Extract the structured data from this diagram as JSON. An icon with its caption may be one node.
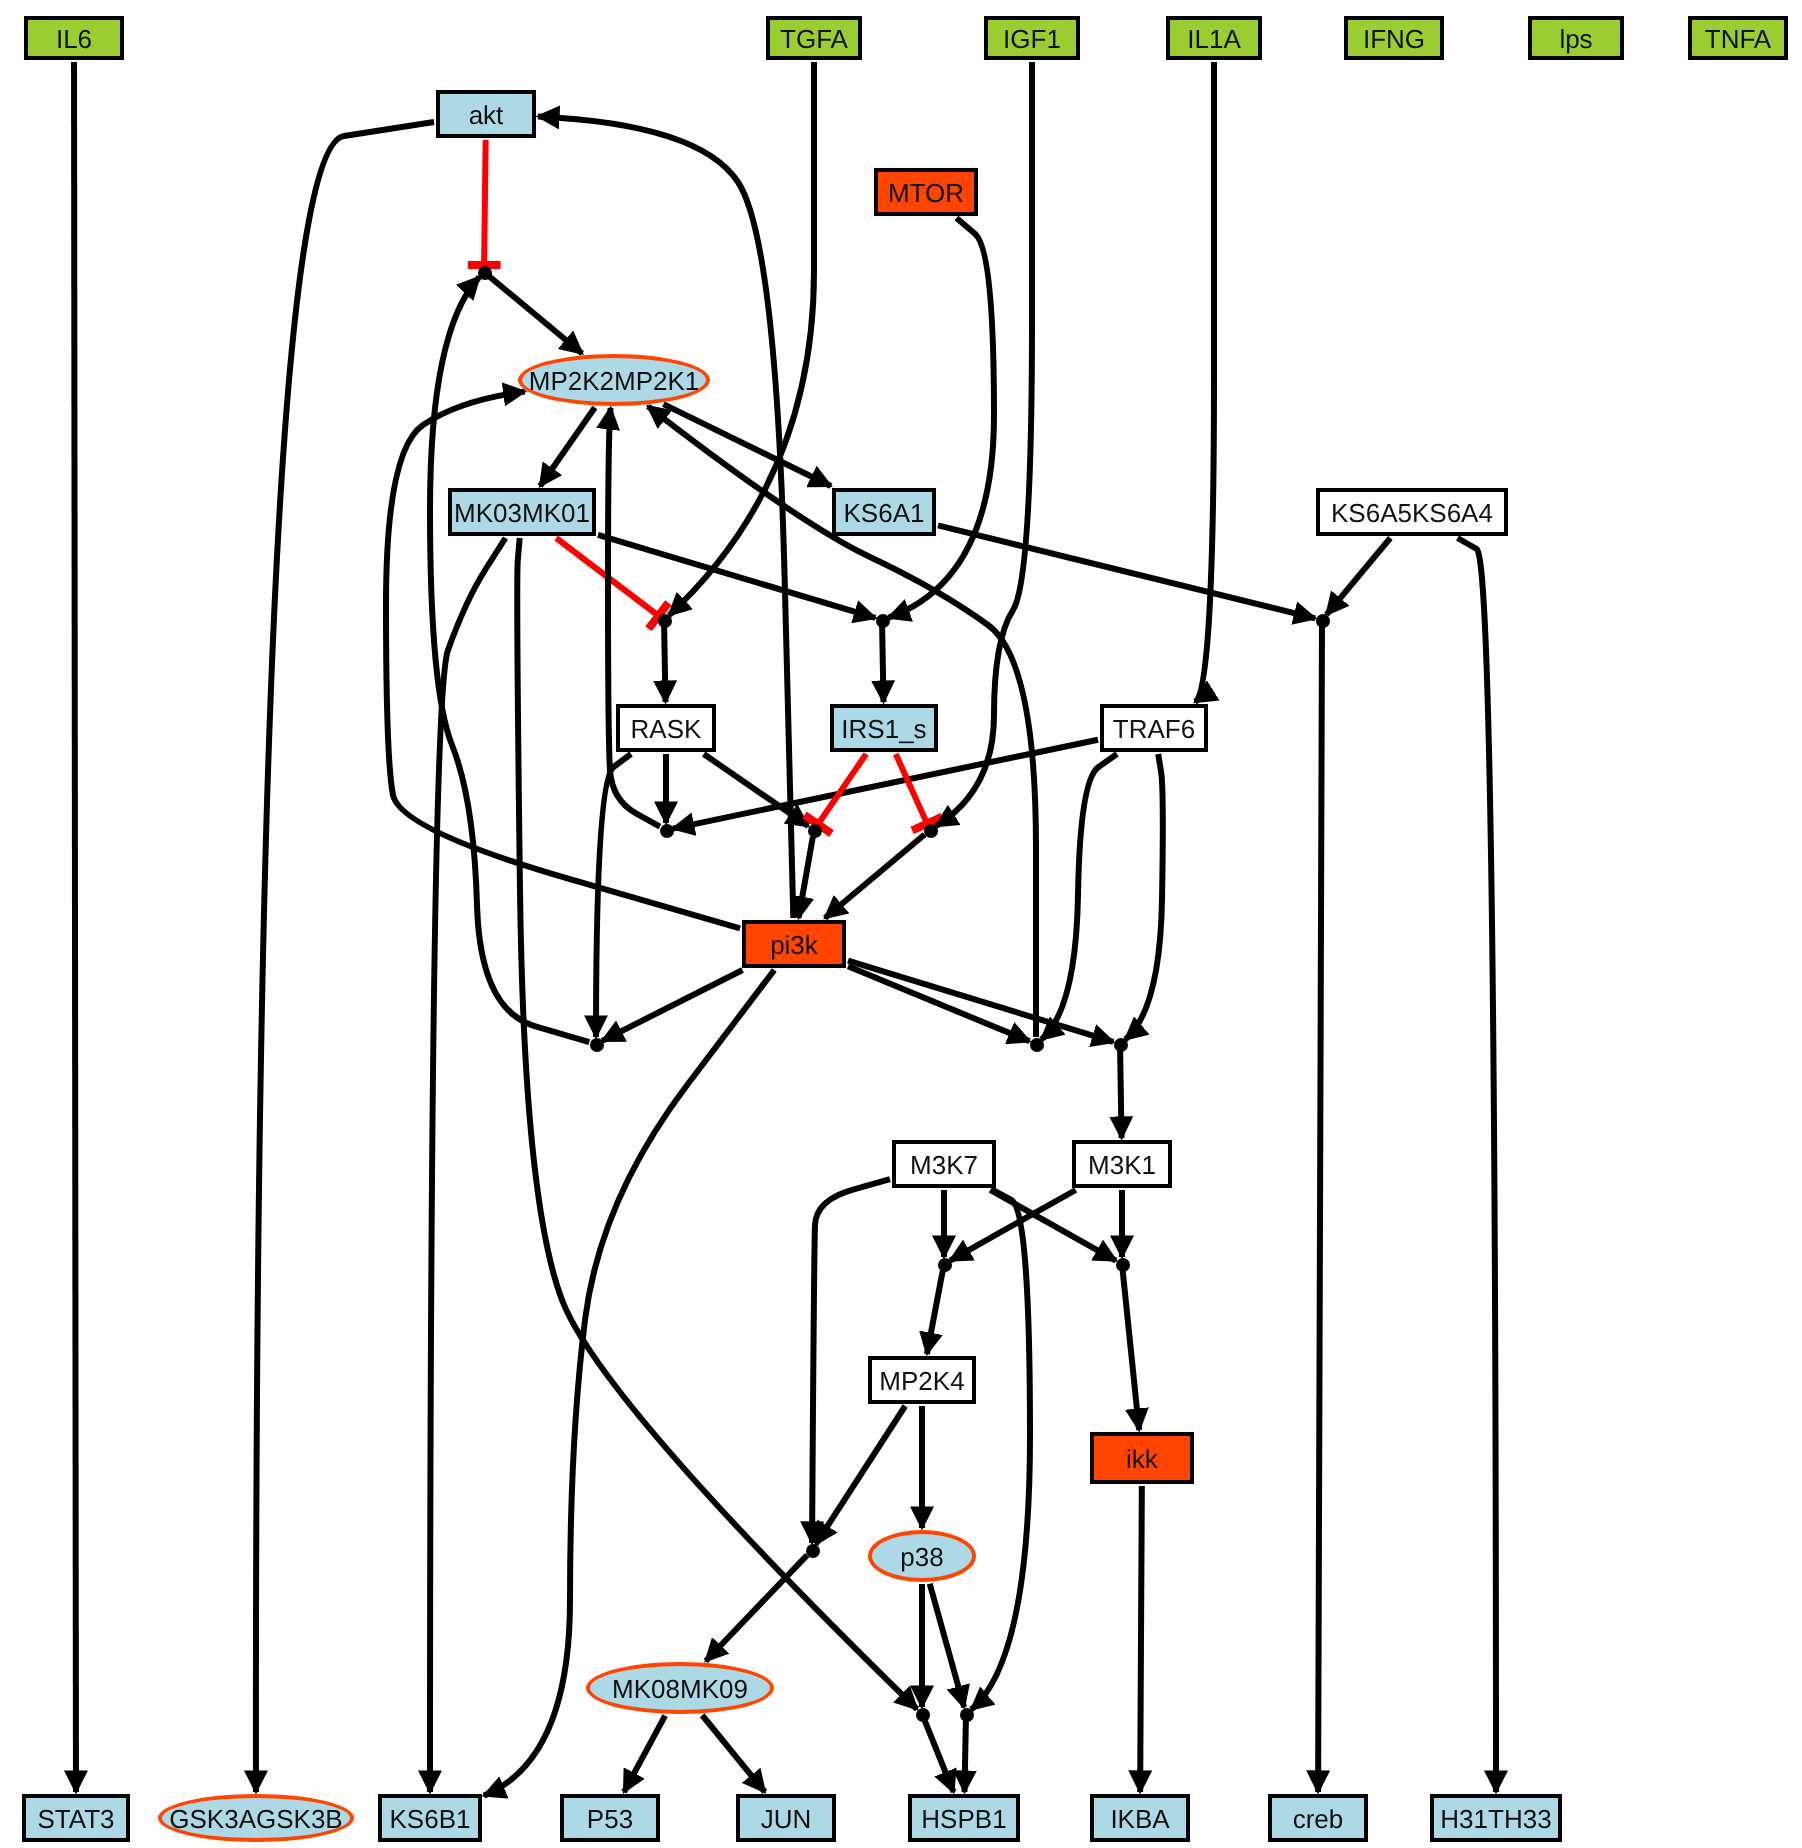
{
  "diagram": {
    "nodes": [
      {
        "text": [
          "IL6"
        ]
      },
      {
        "text": [
          "TGFA"
        ]
      },
      {
        "text": [
          "IGF1"
        ]
      },
      {
        "text": [
          "IL1A"
        ]
      },
      {
        "text": [
          "IFNG"
        ]
      },
      {
        "text": [
          "lps"
        ]
      },
      {
        "text": [
          "TNFA"
        ]
      },
      {
        "text": [
          "akt"
        ]
      },
      {
        "text": [
          "MTOR"
        ]
      },
      {
        "text": [
          "MP2K2MP2K1"
        ]
      },
      {
        "text": [
          "MK03MK01"
        ]
      },
      {
        "text": [
          "KS6A1"
        ]
      },
      {
        "text": [
          "KS6A5KS6A4"
        ]
      },
      {
        "text": [
          "RASK"
        ]
      },
      {
        "text": [
          "IRS1_s"
        ]
      },
      {
        "text": [
          "TRAF6"
        ]
      },
      {
        "text": [
          "pi3k"
        ]
      },
      {
        "text": [
          "M3K7"
        ]
      },
      {
        "text": [
          "M3K1"
        ]
      },
      {
        "text": [
          "MP2K4"
        ]
      },
      {
        "text": [
          "ikk"
        ]
      },
      {
        "text": [
          "p38"
        ]
      },
      {
        "text": [
          "MK08MK09"
        ]
      },
      {
        "text": [
          "STAT3"
        ]
      },
      {
        "text": [
          "GSK3AGSK3B"
        ]
      },
      {
        "text": [
          "KS6B1"
        ]
      },
      {
        "text": [
          "P53"
        ]
      },
      {
        "text": [
          "JUN"
        ]
      },
      {
        "text": [
          "HSPB1"
        ]
      },
      {
        "text": [
          "IKBA"
        ]
      },
      {
        "text": [
          "creb"
        ]
      },
      {
        "text": [
          "H31TH33"
        ]
      },
      {
        "text": [],
        "shape": "circle"
      },
      {
        "text": [],
        "shape": "circle"
      },
      {
        "text": [],
        "shape": "circle"
      },
      {
        "text": [],
        "shape": "circle"
      },
      {
        "text": [],
        "shape": "circle"
      },
      {
        "text": [],
        "shape": "circle"
      },
      {
        "text": [],
        "shape": "circle"
      },
      {
        "text": [],
        "shape": "circle"
      },
      {
        "text": [],
        "shape": "circle"
      },
      {
        "text": [],
        "shape": "circle"
      },
      {
        "text": [],
        "shape": "circle"
      },
      {
        "text": [],
        "shape": "circle"
      },
      {
        "text": [],
        "shape": "circle"
      },
      {
        "text": [],
        "shape": "circle"
      },
      {
        "text": [],
        "shape": "circle"
      }
    ],
    "edges": [
      {
        "from": 7,
        "to": 32,
        "arrow": "other",
        "color": "#ff0000"
      },
      {
        "from": 39,
        "to": 32,
        "arrow": "to"
      },
      {
        "from": 32,
        "to": 9,
        "arrow": "to"
      },
      {
        "from": 9,
        "to": 10,
        "arrow": "to"
      },
      {
        "from": 9,
        "to": 11,
        "arrow": "to"
      },
      {
        "from": 10,
        "to": 33,
        "arrow": "other",
        "color": "#ff0000"
      },
      {
        "from": 1,
        "to": 33,
        "arrow": "to"
      },
      {
        "from": 33,
        "to": 13,
        "arrow": "to"
      },
      {
        "from": 10,
        "to": 34,
        "arrow": "to"
      },
      {
        "from": 8,
        "to": 34,
        "arrow": "to"
      },
      {
        "from": 34,
        "to": 14,
        "arrow": "to"
      },
      {
        "from": 11,
        "to": 35,
        "arrow": "to"
      },
      {
        "from": 12,
        "to": 35,
        "arrow": "to"
      },
      {
        "from": 35,
        "to": 30,
        "arrow": "to"
      },
      {
        "from": 13,
        "to": 36,
        "arrow": "to"
      },
      {
        "from": 15,
        "to": 36,
        "arrow": "to"
      },
      {
        "from": 36,
        "to": 9,
        "arrow": "to"
      },
      {
        "from": 13,
        "to": 37,
        "arrow": "to"
      },
      {
        "from": 14,
        "to": 37,
        "arrow": "other",
        "color": "#ff0000"
      },
      {
        "from": 37,
        "to": 16,
        "arrow": "to"
      },
      {
        "from": 14,
        "to": 38,
        "arrow": "other",
        "color": "#ff0000"
      },
      {
        "from": 2,
        "to": 38,
        "arrow": "to"
      },
      {
        "from": 38,
        "to": 16,
        "arrow": "to"
      },
      {
        "from": 16,
        "to": 7,
        "arrow": "to"
      },
      {
        "from": 16,
        "to": 9,
        "arrow": "to"
      },
      {
        "from": 13,
        "to": 39,
        "arrow": "to"
      },
      {
        "from": 16,
        "to": 39,
        "arrow": "to"
      },
      {
        "from": 16,
        "to": 40,
        "arrow": "to"
      },
      {
        "from": 15,
        "to": 40,
        "arrow": "to"
      },
      {
        "from": 40,
        "to": 9,
        "arrow": "to"
      },
      {
        "from": 16,
        "to": 41,
        "arrow": "to"
      },
      {
        "from": 15,
        "to": 41,
        "arrow": "to"
      },
      {
        "from": 41,
        "to": 18,
        "arrow": "to"
      },
      {
        "from": 17,
        "to": 42,
        "arrow": "to"
      },
      {
        "from": 18,
        "to": 42,
        "arrow": "to"
      },
      {
        "from": 42,
        "to": 19,
        "arrow": "to"
      },
      {
        "from": 17,
        "to": 43,
        "arrow": "to"
      },
      {
        "from": 18,
        "to": 43,
        "arrow": "to"
      },
      {
        "from": 43,
        "to": 20,
        "arrow": "to"
      },
      {
        "from": 20,
        "to": 29,
        "arrow": "to"
      },
      {
        "from": 19,
        "to": 21,
        "arrow": "to"
      },
      {
        "from": 17,
        "to": 44,
        "arrow": "to"
      },
      {
        "from": 19,
        "to": 44,
        "arrow": "to"
      },
      {
        "from": 44,
        "to": 22,
        "arrow": "to"
      },
      {
        "from": 22,
        "to": 26,
        "arrow": "to"
      },
      {
        "from": 22,
        "to": 27,
        "arrow": "to"
      },
      {
        "from": 21,
        "to": 45,
        "arrow": "to"
      },
      {
        "from": 10,
        "to": 45,
        "arrow": "to"
      },
      {
        "from": 45,
        "to": 28,
        "arrow": "to"
      },
      {
        "from": 21,
        "to": 46,
        "arrow": "to"
      },
      {
        "from": 17,
        "to": 46,
        "arrow": "to"
      },
      {
        "from": 46,
        "to": 28,
        "arrow": "to"
      },
      {
        "from": 16,
        "to": 25,
        "arrow": "to"
      },
      {
        "from": 10,
        "to": 25,
        "arrow": "to"
      },
      {
        "from": 0,
        "to": 23,
        "arrow": "to"
      },
      {
        "from": 7,
        "to": 24,
        "arrow": "to"
      },
      {
        "from": 12,
        "to": 31,
        "arrow": "to"
      },
      {
        "from": 3,
        "to": 15,
        "arrow": "to"
      }
    ]
  }
}
